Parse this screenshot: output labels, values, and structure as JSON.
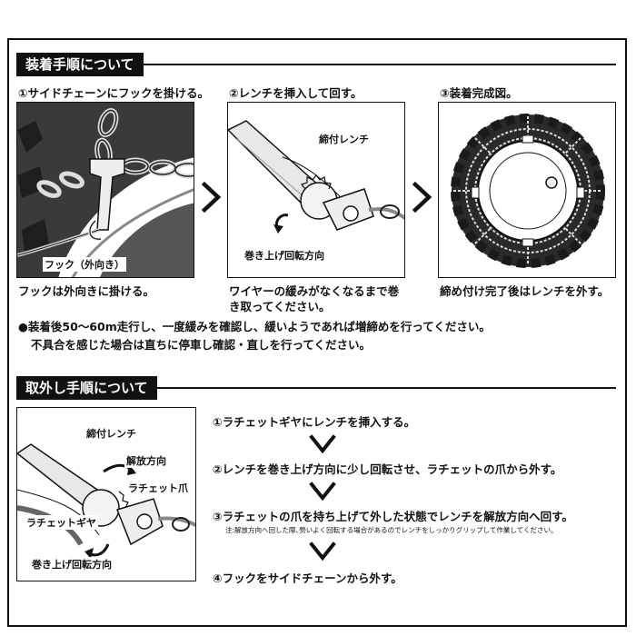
{
  "install": {
    "header": "装着手順について",
    "steps": [
      {
        "label": "①サイドチェーンにフックを掛ける。",
        "caption": "フックは外向きに掛ける。",
        "callout": "フック（外向き）"
      },
      {
        "label": "②レンチを挿入して回す。",
        "caption": "ワイヤーの緩みがなくなるまで巻き取ってください。",
        "callout_top": "締付レンチ",
        "callout_bottom": "巻き上げ回転方向"
      },
      {
        "label": "③装着完成図。",
        "caption": "締め付け完了後はレンチを外す。"
      }
    ],
    "note_line1": "●装着後50～60m走行し、一度緩みを確認し、緩いようであれば増締めを行ってください。",
    "note_line2": "不具合を感じた場合は直ちに停車し確認・直しを行ってください。"
  },
  "removal": {
    "header": "取外し手順について",
    "figure_labels": {
      "wrench": "締付レンチ",
      "release": "解放方向",
      "pawl": "ラチェット爪",
      "gear": "ラチェットギヤ",
      "wind": "巻き上げ回転方向"
    },
    "steps": [
      "①ラチェットギヤにレンチを挿入する。",
      "②レンチを巻き上げ方向に少し回転させ、ラチェットの爪から外す。",
      "③ラチェットの爪を持ち上げて外した状態でレンチを解放方向へ回す。",
      "④フックをサイドチェーンから外す。"
    ],
    "step3_note": "注:解放方向へ回した際､勢いよく回転する場合があるのでレンチをしっかりグリップして作業してください。"
  }
}
